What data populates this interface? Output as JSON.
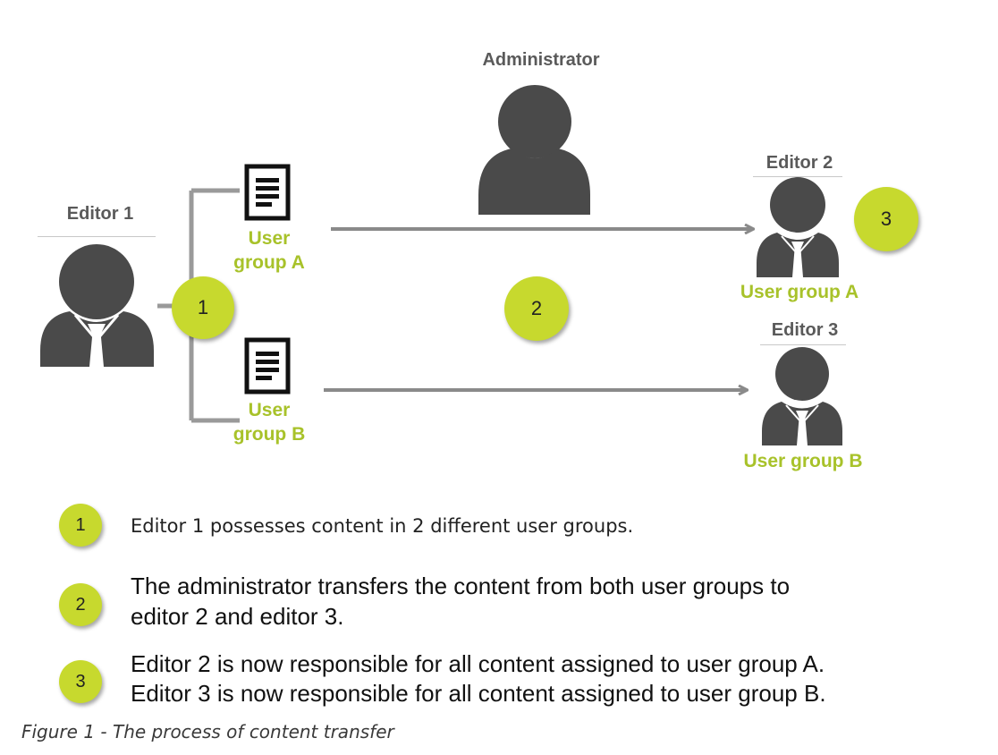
{
  "diagram": {
    "administrator_label": "Administrator",
    "editor1_label": "Editor 1",
    "editor2_label": "Editor 2",
    "editor3_label": "Editor 3",
    "doc_a_label": "User group A",
    "doc_b_label": "User group B",
    "editor2_group": "User group A",
    "editor3_group": "User group B",
    "step_badges": [
      "1",
      "2",
      "3"
    ]
  },
  "legend": {
    "items": [
      {
        "number": "1",
        "lines": [
          "Editor 1 possesses content in 2 different user groups."
        ]
      },
      {
        "number": "2",
        "lines": [
          "The administrator transfers the content from both user groups to",
          "editor 2 and editor 3."
        ]
      },
      {
        "number": "3",
        "lines": [
          "Editor 2 is now responsible for all content assigned to user group A.",
          "Editor 3 is now responsible for all content assigned to user group B."
        ]
      }
    ]
  },
  "caption": "Figure 1 - The process of content transfer",
  "colors": {
    "badge": "#c7d92e",
    "group_text": "#a8c22a",
    "person": "#4a4a4a",
    "arrow": "#8a8a8a"
  }
}
